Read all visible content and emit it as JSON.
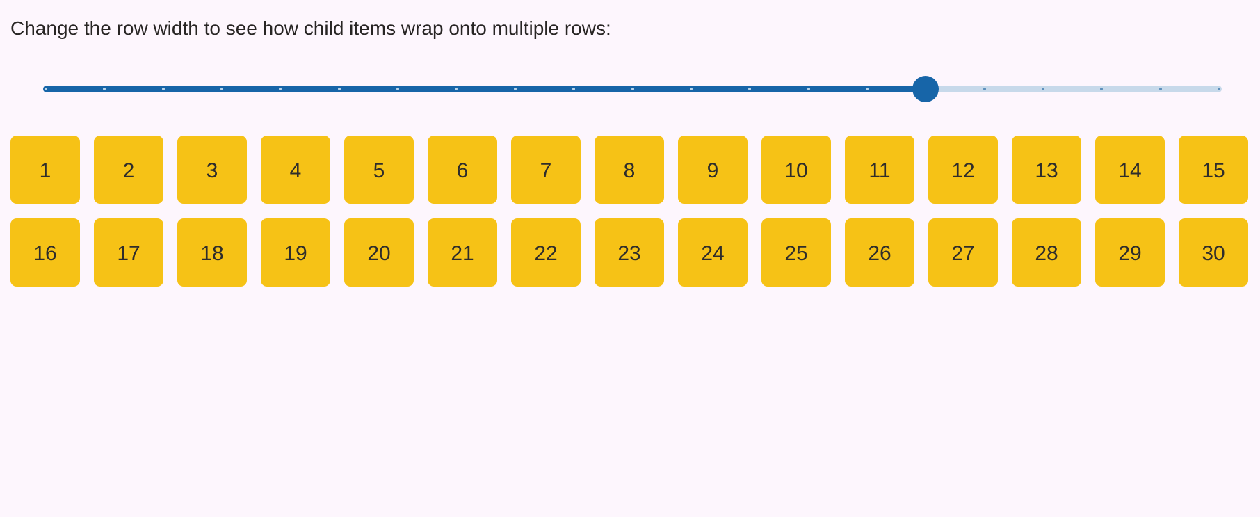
{
  "page": {
    "title": "Change the row width to see how child items wrap onto multiple rows:",
    "background_color": "#FDF6FD",
    "bottom_strip_color": "#FFFFFF",
    "title_color": "#282524"
  },
  "slider": {
    "min": 0,
    "max": 20,
    "value": 15,
    "tick_count": 21,
    "rail_color": "#C7D9EA",
    "fill_color": "#1765A8",
    "thumb_color": "#1765A8",
    "tick_color_filled": "#BAD5EB",
    "tick_color_unfilled": "#5D8FBB"
  },
  "items": {
    "per_row": 15,
    "box_color": "#F6C216",
    "text_color": "#2F2D2B",
    "labels": [
      "1",
      "2",
      "3",
      "4",
      "5",
      "6",
      "7",
      "8",
      "9",
      "10",
      "11",
      "12",
      "13",
      "14",
      "15",
      "16",
      "17",
      "18",
      "19",
      "20",
      "21",
      "22",
      "23",
      "24",
      "25",
      "26",
      "27",
      "28",
      "29",
      "30"
    ]
  }
}
